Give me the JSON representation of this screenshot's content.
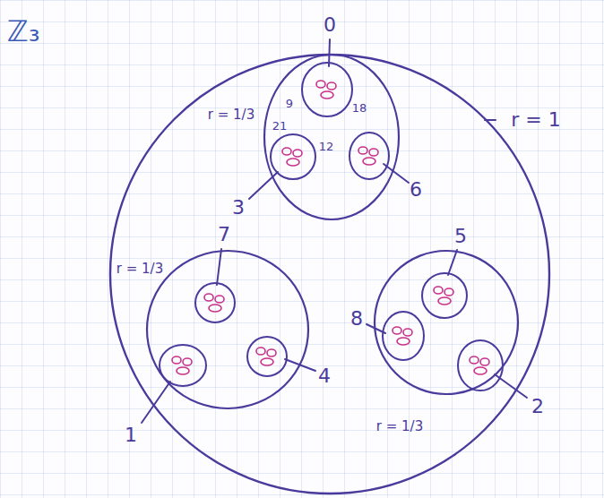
{
  "diagram": {
    "title": "ℤ₃",
    "nodes": [
      {
        "text": [
          "r = 1"
        ]
      },
      {
        "text": [
          "r = 1/3"
        ],
        "in": 0
      },
      {
        "text": [
          "0"
        ],
        "in": 1
      },
      {
        "text": [
          "3"
        ],
        "in": 1
      },
      {
        "text": [
          "6"
        ],
        "in": 1
      },
      {
        "text": [
          "r = 1/3"
        ],
        "in": 0
      },
      {
        "text": [
          "7"
        ],
        "in": 5
      },
      {
        "text": [
          "4"
        ],
        "in": 5
      },
      {
        "text": [
          "1"
        ],
        "in": 5
      },
      {
        "text": [
          "r = 1/3"
        ],
        "in": 0
      },
      {
        "text": [
          "5"
        ],
        "in": 9
      },
      {
        "text": [
          "8"
        ],
        "in": 9
      },
      {
        "text": [
          "2"
        ],
        "in": 9
      }
    ],
    "labels": [
      "9",
      "18",
      "21",
      "12"
    ]
  }
}
